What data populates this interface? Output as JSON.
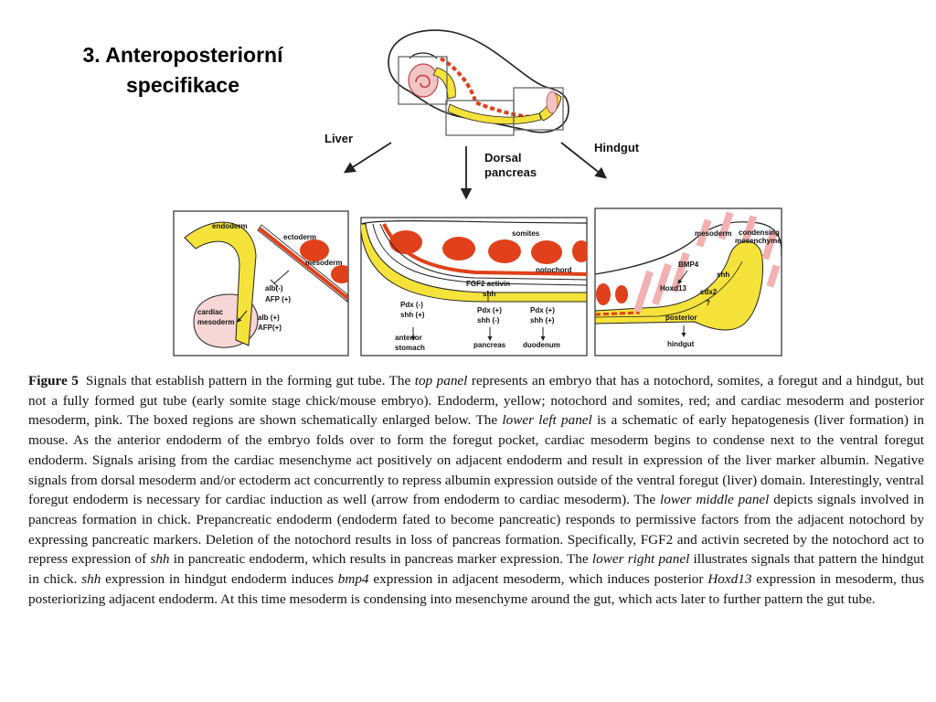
{
  "slide": {
    "title_line1": "3. Anteroposteriorní",
    "title_line2": "specifikace"
  },
  "diagram": {
    "arrows": {
      "liver": "Liver",
      "dorsal_line1": "Dorsal",
      "dorsal_line2": "pancreas",
      "hindgut": "Hindgut"
    },
    "left_panel": {
      "endoderm": "endoderm",
      "ectoderm": "ectoderm",
      "mesoderm": "mesoderm",
      "alb_neg": "alb(-)",
      "afp_pos_1": "AFP (+)",
      "cardiac": "cardiac",
      "mesoderm_cardiac": "mesoderm",
      "alb_pos": "alb (+)",
      "afp_pos_2": "AFP(+)"
    },
    "middle_panel": {
      "somites": "somites",
      "notochord": "notochord",
      "fgf2_activin": "FGF2  activin",
      "shh": "shh",
      "col1_line1": "Pdx (-)",
      "col1_line2": "shh (+)",
      "col1_out1": "anterior",
      "col1_out2": "stomach",
      "col2_line1": "Pdx (+)",
      "col2_line2": "shh (-)",
      "col2_out": "pancreas",
      "col3_line1": "Pdx (+)",
      "col3_line2": "shh (+)",
      "col3_out": "duodenum"
    },
    "right_panel": {
      "mesoderm": "mesoderm",
      "condensing1": "condensing",
      "condensing2": "mesenchyme",
      "bmp4": "BMP4",
      "shh": "shh",
      "hoxd13": "Hoxd13",
      "cdx2": "cdx2",
      "question": "?",
      "posterior": "posterior",
      "hindgut": "hindgut"
    }
  },
  "caption": {
    "figure_label": "Figure 5",
    "p1": "Signals that establish pattern in the forming gut tube. The ",
    "i1": "top panel",
    "p2": " represents an embryo that has a notochord, somites, a foregut and a hindgut, but not a fully formed gut tube (early somite stage chick/mouse embryo). Endoderm, yellow; notochord and somites, red; and cardiac mesoderm and posterior mesoderm, pink. The boxed regions are shown schematically enlarged below. The ",
    "i2": "lower left panel",
    "p3": " is a schematic of early hepatogenesis (liver formation) in mouse. As the anterior endoderm of the embryo folds over to form the foregut pocket, cardiac mesoderm begins to condense next to the ventral foregut endoderm. Signals arising from the cardiac mesenchyme act positively on adjacent endoderm and result in expression of the liver marker albumin. Negative signals from dorsal mesoderm and/or ectoderm act concurrently to repress albumin expression outside of the ventral foregut (liver) domain. Interestingly, ventral foregut endoderm is necessary for cardiac induction as well (arrow from endoderm to cardiac mesoderm). The ",
    "i3": "lower middle panel",
    "p4": " depicts signals involved in pancreas formation in chick. Prepancreatic endoderm (endoderm fated to become pancreatic) responds to permissive factors from the adjacent notochord by expressing pancreatic markers. Deletion of the notochord results in loss of pancreas formation. Specifically, FGF2 and activin secreted by the notochord act to repress expression of ",
    "i4": "shh",
    "p5": " in pancreatic endoderm, which results in pancreas marker expression. The ",
    "i5": "lower right panel",
    "p6": " illustrates signals that pattern the hindgut in chick. ",
    "i6": "shh",
    "p7": " expression in hindgut endoderm induces ",
    "i7": "bmp4",
    "p8": " expression in adjacent mesoderm, which induces posterior ",
    "i8": "Hoxd13",
    "p9": " expression in mesoderm, thus posteriorizing adjacent endoderm. At this time mesoderm is condensing into mesenchyme around the gut, which acts later to further pattern the gut tube."
  },
  "colors": {
    "endoderm_yellow": "#f5e23a",
    "notochord_red": "#e0401a",
    "mesoderm_pink": "#f2c4c4",
    "outline": "#222222"
  }
}
